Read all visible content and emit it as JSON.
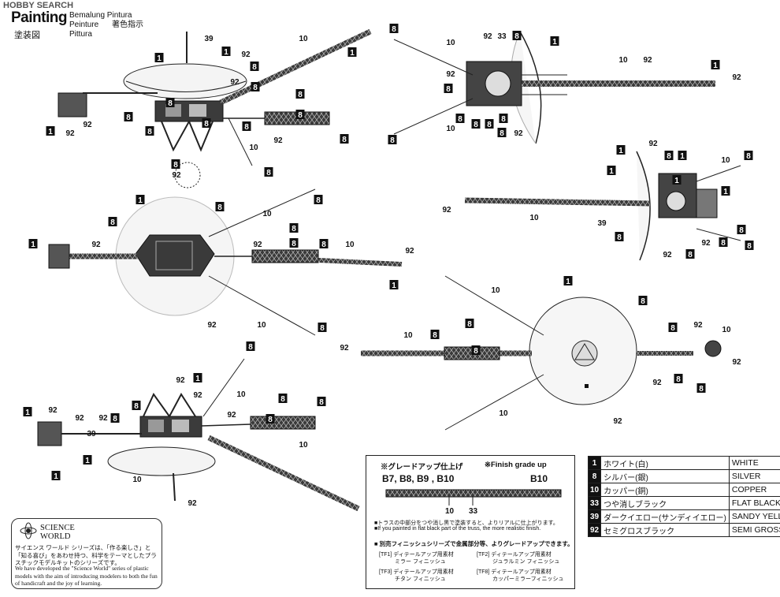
{
  "header": {
    "watermark": "HOBBY SEARCH",
    "title": "Painting",
    "de_fr": "Bemalung  Pintura",
    "fr": "Peinture",
    "it": "Pittura",
    "jp_title": "塗装図",
    "jp_sub": "著色指示"
  },
  "colors": {
    "ink": "#111111",
    "dark_fill": "#2b2b2b",
    "grey": "#777777",
    "paper": "#ffffff"
  },
  "callouts": {
    "v1": [
      {
        "n": "39"
      },
      {
        "n": "1"
      },
      {
        "n": "1"
      },
      {
        "n": "10"
      },
      {
        "n": "1"
      },
      {
        "n": "92"
      },
      {
        "n": "8"
      },
      {
        "n": "92"
      },
      {
        "n": "8"
      },
      {
        "n": "8"
      },
      {
        "n": "8"
      },
      {
        "n": "8"
      },
      {
        "n": "8"
      },
      {
        "n": "8"
      },
      {
        "n": "1"
      },
      {
        "n": "92"
      },
      {
        "n": "92"
      },
      {
        "n": "8"
      },
      {
        "n": "8"
      },
      {
        "n": "92"
      },
      {
        "n": "8"
      },
      {
        "n": "10"
      },
      {
        "n": "8"
      },
      {
        "n": "8"
      },
      {
        "n": "92"
      }
    ],
    "v2": [
      {
        "n": "8"
      },
      {
        "n": "10"
      },
      {
        "n": "92"
      },
      {
        "n": "33"
      },
      {
        "n": "8"
      },
      {
        "n": "1"
      },
      {
        "n": "8"
      },
      {
        "n": "10"
      },
      {
        "n": "92"
      },
      {
        "n": "1"
      },
      {
        "n": "92"
      },
      {
        "n": "92"
      },
      {
        "n": "8"
      },
      {
        "n": "8"
      },
      {
        "n": "10"
      },
      {
        "n": "8"
      },
      {
        "n": "8"
      },
      {
        "n": "8"
      },
      {
        "n": "92"
      },
      {
        "n": "8"
      }
    ],
    "v3": [
      {
        "n": "1"
      },
      {
        "n": "8"
      },
      {
        "n": "1"
      },
      {
        "n": "92"
      },
      {
        "n": "10"
      },
      {
        "n": "8"
      },
      {
        "n": "92"
      },
      {
        "n": "8"
      },
      {
        "n": "8"
      },
      {
        "n": "8"
      },
      {
        "n": "10"
      },
      {
        "n": "92"
      },
      {
        "n": "1"
      },
      {
        "n": "8"
      },
      {
        "n": "92"
      },
      {
        "n": "10"
      },
      {
        "n": "8"
      }
    ],
    "v4": [
      {
        "n": "1"
      },
      {
        "n": "92"
      },
      {
        "n": "8"
      },
      {
        "n": "1"
      },
      {
        "n": "10"
      },
      {
        "n": "8"
      },
      {
        "n": "1"
      },
      {
        "n": "1"
      },
      {
        "n": "1"
      },
      {
        "n": "92"
      },
      {
        "n": "10"
      },
      {
        "n": "39"
      },
      {
        "n": "8"
      },
      {
        "n": "92"
      },
      {
        "n": "8"
      },
      {
        "n": "92"
      },
      {
        "n": "8"
      },
      {
        "n": "8"
      },
      {
        "n": "8"
      }
    ],
    "v5": [
      {
        "n": "10"
      },
      {
        "n": "1"
      },
      {
        "n": "8"
      },
      {
        "n": "92"
      },
      {
        "n": "10"
      },
      {
        "n": "8"
      },
      {
        "n": "8"
      },
      {
        "n": "8"
      },
      {
        "n": "92"
      },
      {
        "n": "10"
      },
      {
        "n": "8"
      },
      {
        "n": "92"
      },
      {
        "n": "92"
      },
      {
        "n": "8"
      },
      {
        "n": "8"
      },
      {
        "n": "10"
      },
      {
        "n": "92"
      }
    ],
    "v6": [
      {
        "n": "8"
      },
      {
        "n": "10"
      },
      {
        "n": "1"
      },
      {
        "n": "92"
      },
      {
        "n": "92"
      },
      {
        "n": "8"
      },
      {
        "n": "8"
      },
      {
        "n": "92"
      },
      {
        "n": "8"
      },
      {
        "n": "8"
      },
      {
        "n": "8"
      },
      {
        "n": "10"
      },
      {
        "n": "92"
      },
      {
        "n": "92"
      },
      {
        "n": "39"
      },
      {
        "n": "1"
      },
      {
        "n": "1"
      },
      {
        "n": "10"
      },
      {
        "n": "92"
      },
      {
        "n": "1"
      },
      {
        "n": "92"
      }
    ]
  },
  "grade_up": {
    "title_jp": "※グレードアップ仕上げ",
    "title_en": "※Finish grade up",
    "codes": "B7, B8, B9 , B10",
    "right_code": "B10",
    "num_a": "10",
    "num_b": "33",
    "note_jp": "■トラスの中部分をつや消し黒で塗装すると、よりリアルに仕上がります。",
    "note_en": "■If you painted in flat black part of the truss, the more realistic finish.",
    "series_note": "■ 別売フィニッシュシリーズで金属部分等、よりグレードアップできます。",
    "finishes": [
      {
        "code": "[TF1]",
        "line1": "ディテールアップ用素材",
        "line2": "ミラー フィニッシュ"
      },
      {
        "code": "[TF2]",
        "line1": "ディテールアップ用素材",
        "line2": "ジュラルミン フィニッシュ"
      },
      {
        "code": "[TF3]",
        "line1": "ディテールアップ用素材",
        "line2": "チタン フィニッシュ"
      },
      {
        "code": "[TF8]",
        "line1": "ディテールアップ用素材",
        "line2": "カッパーミラーフィニッシュ"
      }
    ]
  },
  "legend": [
    {
      "num": "1",
      "jp": "ホワイト(白)",
      "en": "WHITE"
    },
    {
      "num": "8",
      "jp": "シルバー(銀)",
      "en": "SILVER"
    },
    {
      "num": "10",
      "jp": "カッパー(銅)",
      "en": "COPPER"
    },
    {
      "num": "33",
      "jp": "つや消しブラック",
      "en": "FLAT BLACK"
    },
    {
      "num": "39",
      "jp": "ダークイエロー(サンディイエロー)",
      "en": "SANDY YELLOW"
    },
    {
      "num": "92",
      "jp": "セミグロスブラック",
      "en": "SEMI GROSS BLACK"
    }
  ],
  "science_world": {
    "name_1": "SCIENCE",
    "name_2": "WORLD",
    "jp": "サイエンス ワールド シリーズは、「作る楽しさ」と「知る喜び」をあわせ持つ、科学をテーマとしたプラスチックモデルキットのシリーズです。",
    "en": "We have developed the \"Science World\" series of plastic models with the aim of introducing modelers to both the fun of handicraft and the joy of learning."
  }
}
